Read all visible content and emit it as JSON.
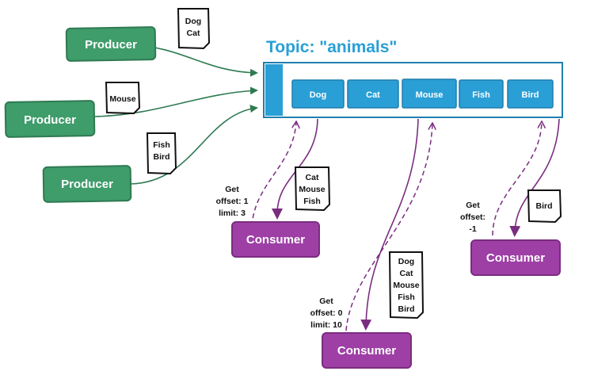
{
  "topic": {
    "title": "Topic: \"animals\"",
    "messages": [
      "Dog",
      "Cat",
      "Mouse",
      "Fish",
      "Bird"
    ]
  },
  "producers": [
    {
      "label": "Producer",
      "document": [
        "Dog",
        "Cat"
      ]
    },
    {
      "label": "Producer",
      "document": [
        "Mouse"
      ]
    },
    {
      "label": "Producer",
      "document": [
        "Fish",
        "Bird"
      ]
    }
  ],
  "consumers": [
    {
      "label": "Consumer",
      "request": [
        "Get",
        "offset: 1",
        "limit: 3"
      ],
      "response": [
        "Cat",
        "Mouse",
        "Fish"
      ]
    },
    {
      "label": "Consumer",
      "request": [
        "Get",
        "offset: 0",
        "limit: 10"
      ],
      "response": [
        "Dog",
        "Cat",
        "Mouse",
        "Fish",
        "Bird"
      ]
    },
    {
      "label": "Consumer",
      "request": [
        "Get",
        "offset:",
        "-1"
      ],
      "response": [
        "Bird"
      ]
    }
  ],
  "colors": {
    "producer": "#3f9c6b",
    "producer_border": "#2f7a52",
    "consumer": "#9e3fa6",
    "consumer_border": "#7a2d80",
    "topic": "#2a9fd6",
    "topic_border": "#1f7fae",
    "producer_arrow": "#2f7a52",
    "consumer_arrow": "#7a2d80"
  }
}
